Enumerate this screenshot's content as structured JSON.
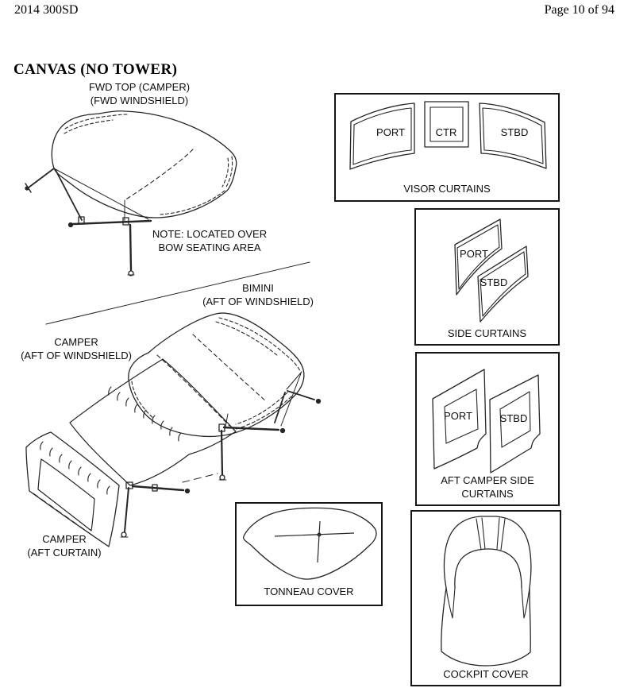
{
  "header": {
    "left": "2014 300SD",
    "right": "Page 10 of 94"
  },
  "title": "CANVAS (NO TOWER)",
  "colors": {
    "line": "#262626",
    "text": "#0d0d0d",
    "box_border": "#151515",
    "background": "#ffffff"
  },
  "drawings": {
    "fwd_top": {
      "label1": "FWD TOP (CAMPER)",
      "label2": "(FWD WINDSHIELD)",
      "note1": "NOTE: LOCATED OVER",
      "note2": "BOW SEATING AREA"
    },
    "bimini": {
      "label1": "BIMINI",
      "label2": "(AFT OF WINDSHIELD)"
    },
    "camper": {
      "label1": "CAMPER",
      "label2": "(AFT OF WINDSHIELD)"
    },
    "aft_curtain": {
      "label1": "CAMPER",
      "label2": "(AFT CURTAIN)"
    }
  },
  "boxes": {
    "visor": {
      "title": "VISOR CURTAINS",
      "items": [
        "PORT",
        "CTR",
        "STBD"
      ]
    },
    "side": {
      "title": "SIDE CURTAINS",
      "items": [
        "PORT",
        "STBD"
      ]
    },
    "aft_camper_side": {
      "title1": "AFT CAMPER SIDE",
      "title2": "CURTAINS",
      "items": [
        "PORT",
        "STBD"
      ]
    },
    "tonneau": {
      "title": "TONNEAU COVER"
    },
    "cockpit": {
      "title": "COCKPIT COVER"
    }
  }
}
